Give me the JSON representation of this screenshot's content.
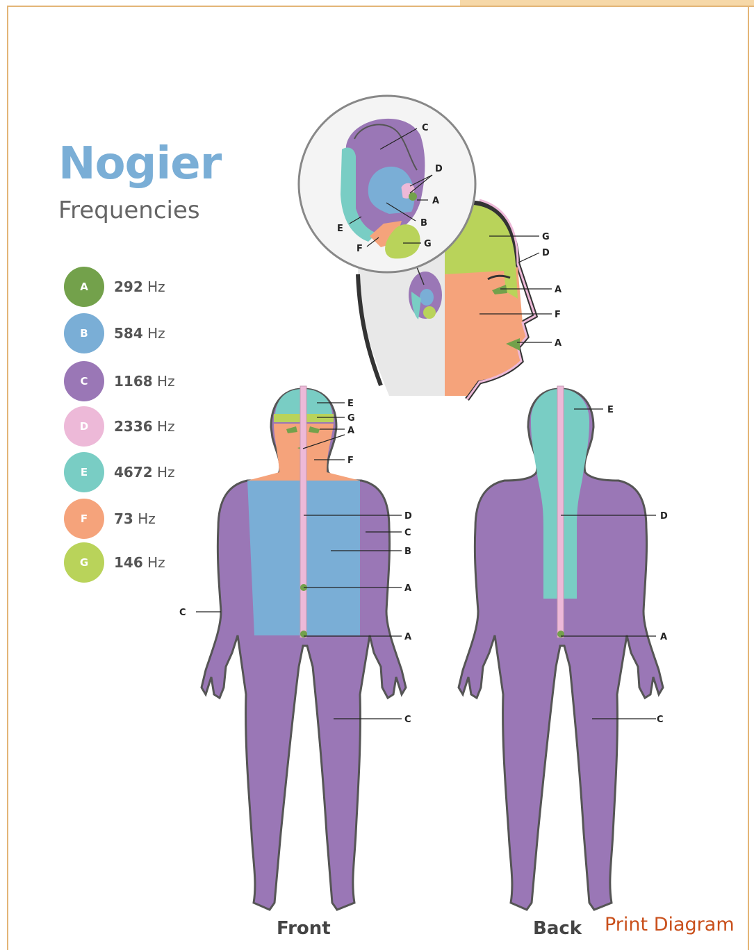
{
  "title": "Nogier",
  "subtitle": "Frequencies",
  "legend": [
    {
      "letter": "A",
      "value": "292",
      "unit": "Hz",
      "color": "#73a14b"
    },
    {
      "letter": "B",
      "value": "584",
      "unit": "Hz",
      "color": "#7aaed6"
    },
    {
      "letter": "C",
      "value": "1168",
      "unit": "Hz",
      "color": "#9a77b6"
    },
    {
      "letter": "D",
      "value": "2336",
      "unit": "Hz",
      "color": "#edb9d8"
    },
    {
      "letter": "E",
      "value": "4672",
      "unit": "Hz",
      "color": "#79cdc4"
    },
    {
      "letter": "F",
      "value": "73",
      "unit": "Hz",
      "color": "#f5a37b"
    },
    {
      "letter": "G",
      "value": "146",
      "unit": "Hz",
      "color": "#b9d35a"
    }
  ],
  "views": {
    "front": "Front",
    "back": "Back"
  },
  "print_link": "Print Diagram",
  "labels": {
    "A": "A",
    "B": "B",
    "C": "C",
    "D": "D",
    "E": "E",
    "F": "F",
    "G": "G"
  }
}
